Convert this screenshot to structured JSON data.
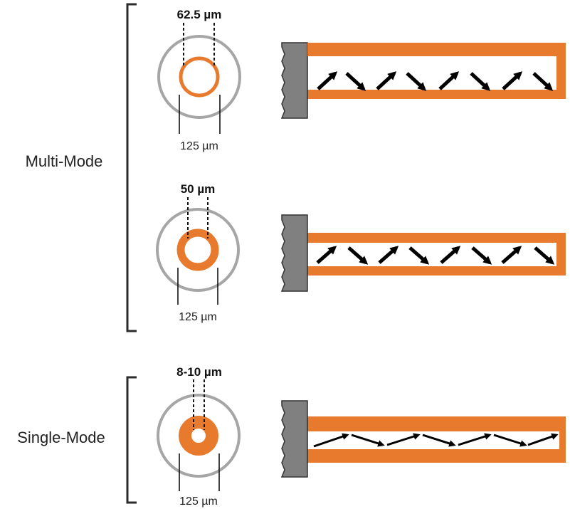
{
  "groups": {
    "multi_mode": "Multi-Mode",
    "single_mode": "Single-Mode"
  },
  "fibers": [
    {
      "core_label": "62.5 µm",
      "cladding_label": "125 µm",
      "mode": "multi"
    },
    {
      "core_label": "50 µm",
      "cladding_label": "125 µm",
      "mode": "multi"
    },
    {
      "core_label": "8-10 µm",
      "cladding_label": "125 µm",
      "mode": "single"
    }
  ],
  "colors": {
    "core": "#e87a2e",
    "cladding_ring": "#a6a6a6",
    "connector": "#808080",
    "bracket": "#2b2b2b",
    "arrow": "#000000"
  },
  "icons": {
    "multi_mode_ray": "zigzag-arrow-icon",
    "single_mode_ray": "straight-arrow-icon"
  }
}
